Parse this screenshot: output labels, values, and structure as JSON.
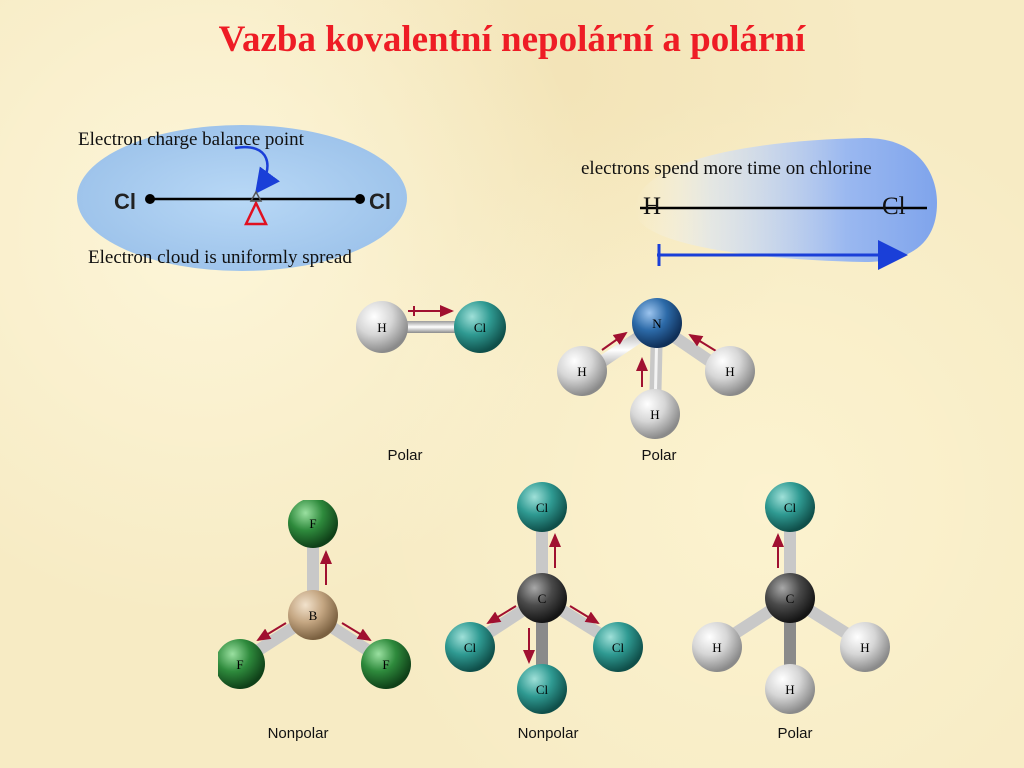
{
  "title": "Vazba kovalentní nepolární a polární",
  "nonpolar_cloud": {
    "top_label": "Electron charge balance point",
    "bottom_label": "Electron cloud is uniformly spread",
    "atom_left": "Cl",
    "atom_right": "Cl",
    "cloud_color": "#a8ccf0"
  },
  "polar_cloud": {
    "label": "electrons spend more time on chlorine",
    "atom_left": "H",
    "atom_right": "Cl",
    "cloud_color": "#9ab8f0"
  },
  "molecules": [
    {
      "id": "hcl",
      "atoms": [
        "H",
        "Cl"
      ],
      "caption": "Polar"
    },
    {
      "id": "nh3",
      "atoms": [
        "N",
        "H",
        "H",
        "H"
      ],
      "caption": "Polar"
    },
    {
      "id": "bf3",
      "atoms": [
        "B",
        "F",
        "F",
        "F"
      ],
      "caption": "Nonpolar"
    },
    {
      "id": "ccl4",
      "atoms": [
        "C",
        "Cl",
        "Cl",
        "Cl",
        "Cl"
      ],
      "caption": "Nonpolar"
    },
    {
      "id": "ch3cl",
      "atoms": [
        "C",
        "Cl",
        "H",
        "H",
        "H"
      ],
      "caption": "Polar"
    }
  ],
  "colors": {
    "title": "#ee1c25",
    "hydrogen": "#d8d8d8",
    "chlorine": "#2f9a92",
    "nitrogen": "#2c6aa8",
    "fluorine": "#2e8a3c",
    "boron": "#c4a682",
    "carbon": "#4a4a4a",
    "dipole_arrow": "#a01030"
  }
}
